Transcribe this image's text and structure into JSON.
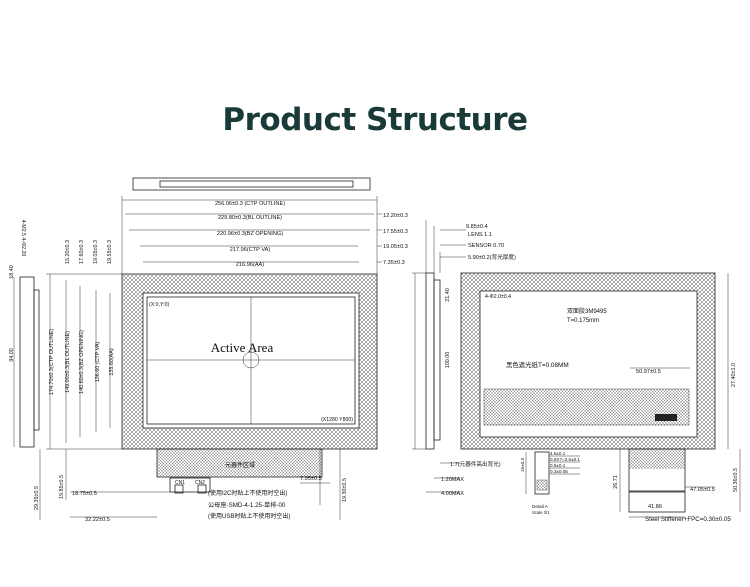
{
  "title": "Product Structure",
  "front": {
    "widths": [
      "256.06±0.3 (CTP OUTLINE)",
      "229.80±0.3(BL OUTLINE)",
      "220.96±0.3(BZ OPENING)",
      "217.96(CTP VA)",
      "216.96(AA)"
    ],
    "heights": [
      "174.70±0.3(CTP OUTLINE)",
      "149.00±0.3(BL OUTLINE)",
      "140.60±0.3(BZ OPENING)",
      "136.60 (CTP VA)",
      "135.60(AA)"
    ],
    "right_offsets": [
      "12.20±0.3",
      "17.55±0.3",
      "19.05±0.3",
      "7.35±0.3"
    ],
    "left_offsets": [
      "15.20±0.3",
      "17.60±0.3",
      "19.05±0.3",
      "19.55±0.3"
    ],
    "origin": "(X:0,Y:0)",
    "active_area": "Active  Area",
    "resolution": "(X1280 Y800)",
    "component_area": "元器件区域",
    "cn1": "CN1",
    "cn2": "CN2",
    "note1": "(使用I2C时贴上不使用时空出)",
    "note2": "公母座-SMD-4-1.25-单排-00",
    "note3": "(使用USB时贴上不使用时空出)",
    "dim_7_95": "7.95±0.5",
    "dim_18_75": "18.75±0.5",
    "dim_32_22": "32.22±0.5",
    "dim_19_85": "19.85±0.5",
    "dim_29_35": "29.35±0.5",
    "dim_19_30": "19.30±0.5",
    "side_18_40": "18.40",
    "side_94": "94.00",
    "side_mounting": "4-M2.5 4-Φ2.20"
  },
  "side": {
    "labels": [
      "9.85±0.4",
      "LENS 1.1",
      "SENSOR 0.70",
      "5.90±0.2(背光厚度)"
    ],
    "dim_21_40": "21.40",
    "dim_100": "100.00",
    "dim_1_7": "1.7(元器件高出背光)",
    "dim_1_20": "1.20MAX",
    "dim_4_00": "4.00MAX"
  },
  "back": {
    "hole": "4-Φ2.0±0.4",
    "tape": "双面胶3M9495",
    "tape_t": "T=0.175mm",
    "shield": "黑色遮光纸T=0.08MM",
    "dim_50_97": "50.97±0.5",
    "dim_27_40": "27.40±1.0",
    "dim_47_05": "47.05±0.5",
    "dim_50_36": "50.36±0.5",
    "dim_41_86": "41.86",
    "dim_26_71": "26.71",
    "stiffener": "Steel Stiffener+FPC=0.30±0.05"
  },
  "detail": {
    "label": "Detail A",
    "scale": "Scale 3/1",
    "pins": [
      "4.5±0.1",
      "0.5X7=3.5±0.1",
      "0.5±0.1",
      "0.3±0.05"
    ],
    "dim_15": "15±0.3"
  }
}
